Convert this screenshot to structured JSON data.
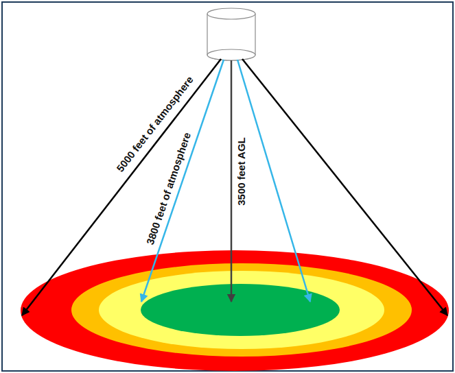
{
  "diagram": {
    "labels": [
      "5000 feet of atmosphere",
      "3800 feet of atmosphere",
      "3500 feet AGL"
    ]
  }
}
